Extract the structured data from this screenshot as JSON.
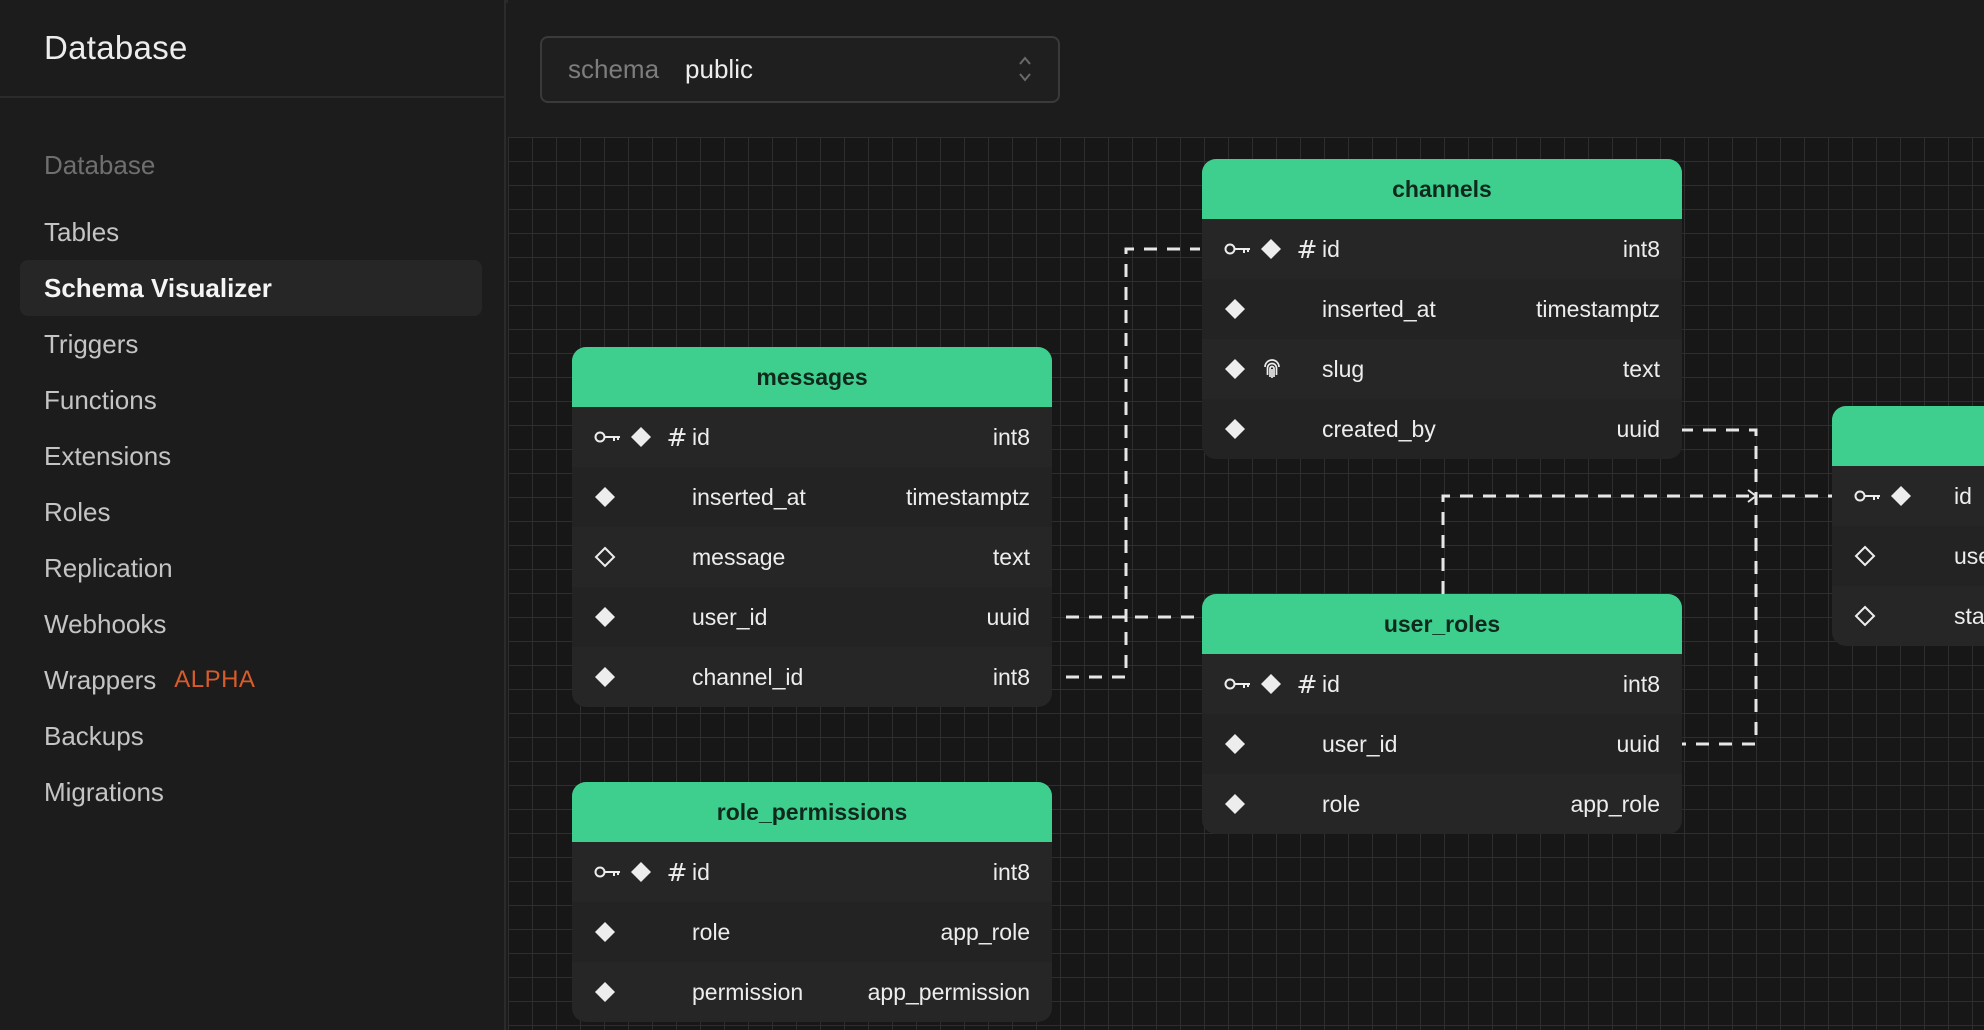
{
  "sidebar": {
    "title": "Database",
    "section_label": "Database",
    "items": [
      {
        "label": "Tables"
      },
      {
        "label": "Schema Visualizer",
        "active": true
      },
      {
        "label": "Triggers"
      },
      {
        "label": "Functions"
      },
      {
        "label": "Extensions"
      },
      {
        "label": "Roles"
      },
      {
        "label": "Replication"
      },
      {
        "label": "Webhooks"
      },
      {
        "label": "Wrappers",
        "badge": "ALPHA"
      },
      {
        "label": "Backups"
      },
      {
        "label": "Migrations"
      }
    ]
  },
  "schema_selector": {
    "label": "schema",
    "value": "public"
  },
  "colors": {
    "accent": "#3ecf8e",
    "badge": "#d85c2b",
    "background": "#1c1c1c"
  },
  "tables": {
    "messages": {
      "name": "messages",
      "columns": [
        {
          "name": "id",
          "type": "int8",
          "icons": [
            "key-icon",
            "diamond-filled-icon",
            "hash-icon"
          ]
        },
        {
          "name": "inserted_at",
          "type": "timestamptz",
          "icons": [
            "diamond-filled-icon"
          ]
        },
        {
          "name": "message",
          "type": "text",
          "icons": [
            "diamond-outline-icon"
          ]
        },
        {
          "name": "user_id",
          "type": "uuid",
          "icons": [
            "diamond-filled-icon"
          ]
        },
        {
          "name": "channel_id",
          "type": "int8",
          "icons": [
            "diamond-filled-icon"
          ]
        }
      ]
    },
    "channels": {
      "name": "channels",
      "columns": [
        {
          "name": "id",
          "type": "int8",
          "icons": [
            "key-icon",
            "diamond-filled-icon",
            "hash-icon"
          ]
        },
        {
          "name": "inserted_at",
          "type": "timestamptz",
          "icons": [
            "diamond-filled-icon"
          ]
        },
        {
          "name": "slug",
          "type": "text",
          "icons": [
            "diamond-filled-icon",
            "fingerprint-icon"
          ]
        },
        {
          "name": "created_by",
          "type": "uuid",
          "icons": [
            "diamond-filled-icon"
          ]
        }
      ]
    },
    "user_roles": {
      "name": "user_roles",
      "columns": [
        {
          "name": "id",
          "type": "int8",
          "icons": [
            "key-icon",
            "diamond-filled-icon",
            "hash-icon"
          ]
        },
        {
          "name": "user_id",
          "type": "uuid",
          "icons": [
            "diamond-filled-icon"
          ]
        },
        {
          "name": "role",
          "type": "app_role",
          "icons": [
            "diamond-filled-icon"
          ]
        }
      ]
    },
    "role_permissions": {
      "name": "role_permissions",
      "columns": [
        {
          "name": "id",
          "type": "int8",
          "icons": [
            "key-icon",
            "diamond-filled-icon",
            "hash-icon"
          ]
        },
        {
          "name": "role",
          "type": "app_role",
          "icons": [
            "diamond-filled-icon"
          ]
        },
        {
          "name": "permission",
          "type": "app_permission",
          "icons": [
            "diamond-filled-icon"
          ]
        }
      ]
    },
    "partial": {
      "name": "",
      "columns": [
        {
          "name": "id",
          "type": "",
          "icons": [
            "key-icon",
            "diamond-filled-icon"
          ]
        },
        {
          "name": "use",
          "type": "",
          "icons": [
            "diamond-outline-icon"
          ]
        },
        {
          "name": "sta",
          "type": "",
          "icons": [
            "diamond-outline-icon"
          ]
        }
      ]
    }
  }
}
